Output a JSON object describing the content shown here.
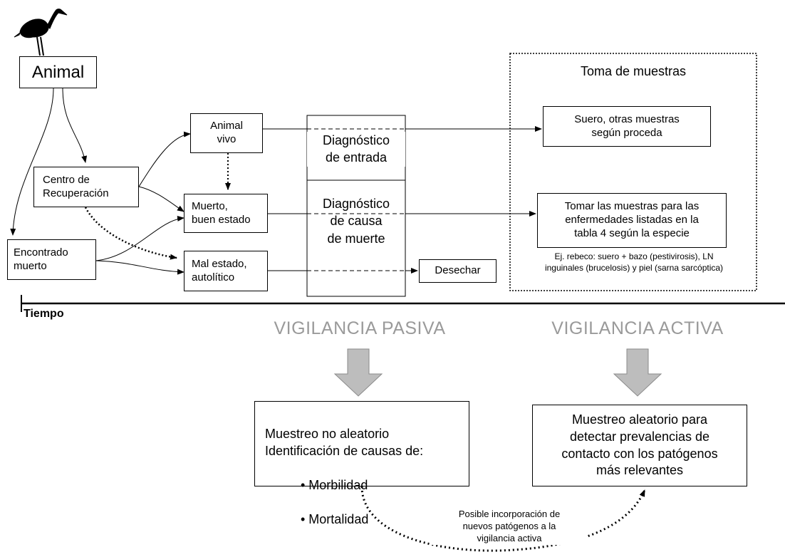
{
  "nodes": {
    "animal": "Animal",
    "centro": "Centro de\nRecuperación",
    "encontrado": "Encontrado\nmuerto",
    "vivo": "Animal\nvivo",
    "muerto_bueno": "Muerto,\nbuen estado",
    "mal_estado": "Mal estado,\nautolítico",
    "diag_entrada": "Diagnóstico\nde entrada",
    "diag_causa": "Diagnóstico\nde causa\nde muerte",
    "desechar": "Desechar",
    "suero": "Suero, otras muestras\nsegún proceda",
    "tomar": "Tomar las muestras para las\nenfermedades listadas en la\ntabla 4 según la especie"
  },
  "sampling_title": "Toma de muestras",
  "example_note": "Ej. rebeco: suero + bazo (pestivirosis), LN\ninguinales (brucelosis) y piel (sarna sarcóptica)",
  "timeline_label": "Tiempo",
  "passive": {
    "heading": "VIGILANCIA PASIVA",
    "box": "Muestreo no aleatorio\nIdentificación de causas de:",
    "bullets": [
      "• Morbilidad",
      "• Mortalidad"
    ]
  },
  "active": {
    "heading": "VIGILANCIA ACTIVA",
    "box": "Muestreo aleatorio para\ndetectar prevalencias de\ncontacto con los patógenos\nmás relevantes"
  },
  "feedback_note": "Posible incorporación de\nnuevos patógenos a la\nvigilancia activa",
  "icons": [
    "crane-icon"
  ]
}
